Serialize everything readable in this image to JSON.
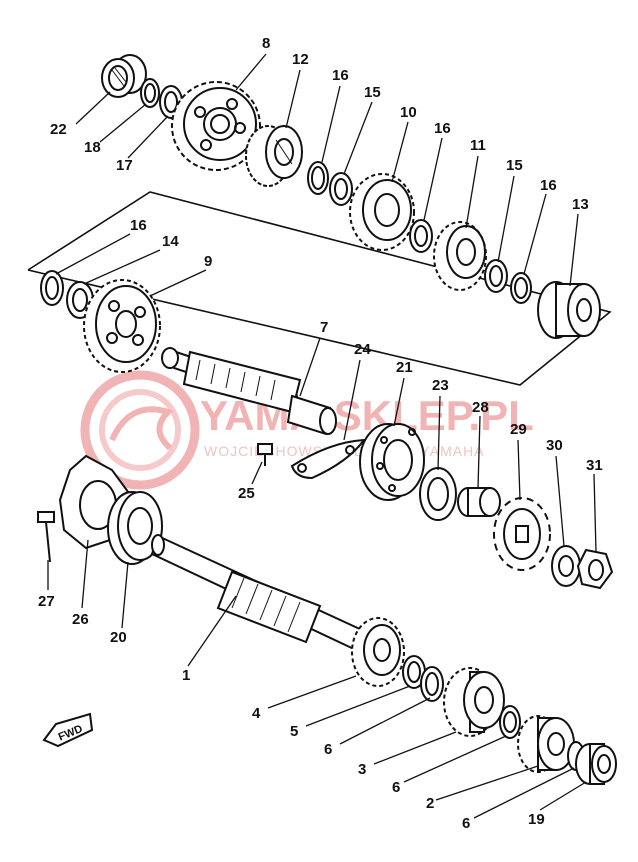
{
  "watermark": {
    "title": "YAMA-SKLEP.PL",
    "subtitle": "WOJCIECHOWSKI - DEALER YAMAHA",
    "color": "#f1b3b3"
  },
  "badge": {
    "text": "FWD"
  },
  "part_labels": [
    {
      "id": "p8",
      "number": "8"
    },
    {
      "id": "p12",
      "number": "12"
    },
    {
      "id": "p16a",
      "number": "16"
    },
    {
      "id": "p15a",
      "number": "15"
    },
    {
      "id": "p10",
      "number": "10"
    },
    {
      "id": "p16b",
      "number": "16"
    },
    {
      "id": "p11",
      "number": "11"
    },
    {
      "id": "p15b",
      "number": "15"
    },
    {
      "id": "p16c",
      "number": "16"
    },
    {
      "id": "p13",
      "number": "13"
    },
    {
      "id": "p22",
      "number": "22"
    },
    {
      "id": "p18",
      "number": "18"
    },
    {
      "id": "p17",
      "number": "17"
    },
    {
      "id": "p16d",
      "number": "16"
    },
    {
      "id": "p14",
      "number": "14"
    },
    {
      "id": "p9",
      "number": "9"
    },
    {
      "id": "p7",
      "number": "7"
    },
    {
      "id": "p24",
      "number": "24"
    },
    {
      "id": "p21",
      "number": "21"
    },
    {
      "id": "p23",
      "number": "23"
    },
    {
      "id": "p28",
      "number": "28"
    },
    {
      "id": "p29",
      "number": "29"
    },
    {
      "id": "p30",
      "number": "30"
    },
    {
      "id": "p31",
      "number": "31"
    },
    {
      "id": "p25",
      "number": "25"
    },
    {
      "id": "p27",
      "number": "27"
    },
    {
      "id": "p26",
      "number": "26"
    },
    {
      "id": "p20",
      "number": "20"
    },
    {
      "id": "p1",
      "number": "1"
    },
    {
      "id": "p4",
      "number": "4"
    },
    {
      "id": "p5",
      "number": "5"
    },
    {
      "id": "p6a",
      "number": "6"
    },
    {
      "id": "p3",
      "number": "3"
    },
    {
      "id": "p6b",
      "number": "6"
    },
    {
      "id": "p2",
      "number": "2"
    },
    {
      "id": "p6c",
      "number": "6"
    },
    {
      "id": "p19",
      "number": "19"
    }
  ]
}
